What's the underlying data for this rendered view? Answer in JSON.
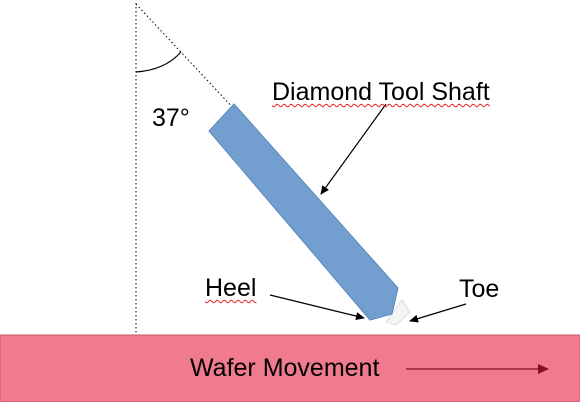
{
  "labels": {
    "angle": "37°",
    "shaft": "Diamond Tool Shaft",
    "heel": "Heel",
    "toe": "Toe",
    "wafer": "Wafer Movement"
  },
  "colors": {
    "shaft_fill": "#729fcf",
    "shaft_stroke": "#5a88bd",
    "wafer_fill": "#f07b8e",
    "wafer_stroke": "#c8586a",
    "wafer_arrow": "#8b0f1e",
    "callout": "#000000",
    "guide": "#000000"
  }
}
